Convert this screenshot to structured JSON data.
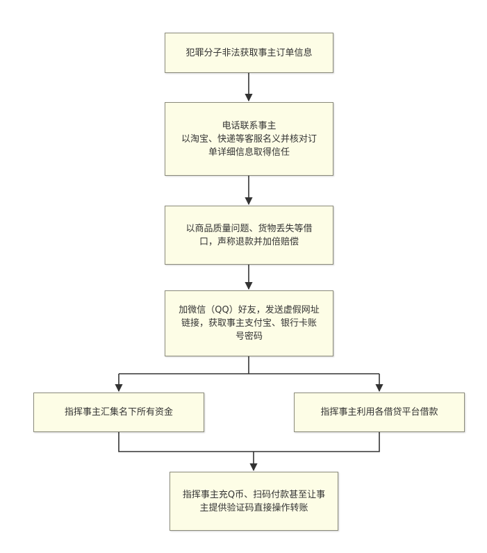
{
  "nodes": [
    {
      "id": "step1",
      "lines": [
        "犯罪分子非法获取事主订单信息"
      ]
    },
    {
      "id": "step2",
      "lines": [
        "电话联系事主",
        "以淘宝、快递等客服名义并核对订",
        "单详细信息取得信任"
      ]
    },
    {
      "id": "step3",
      "lines": [
        "以商品质量问题、货物丢失等借",
        "口，声称退款并加倍赔偿"
      ]
    },
    {
      "id": "step4",
      "lines": [
        "加微信（QQ）好友，发送虚假网址",
        "链接，获取事主支付宝、银行卡账",
        "号密码"
      ]
    },
    {
      "id": "step5a",
      "lines": [
        "指挥事主汇集名下所有资金"
      ]
    },
    {
      "id": "step5b",
      "lines": [
        "指挥事主利用各借贷平台借款"
      ]
    },
    {
      "id": "step6",
      "lines": [
        "指挥事主充Q币、扫码付款甚至让事",
        "主提供验证码直接操作转账"
      ]
    }
  ],
  "edges": [
    {
      "from": "step1",
      "to": "step2"
    },
    {
      "from": "step2",
      "to": "step3"
    },
    {
      "from": "step3",
      "to": "step4"
    },
    {
      "from": "step4",
      "to": "step5a"
    },
    {
      "from": "step4",
      "to": "step5b"
    },
    {
      "from": "step5a",
      "to": "step6"
    },
    {
      "from": "step5b",
      "to": "step6"
    }
  ],
  "colors": {
    "node_fill": "#fdfde6",
    "node_border": "#8a8a7a",
    "text": "#333333",
    "connector": "#333333"
  }
}
